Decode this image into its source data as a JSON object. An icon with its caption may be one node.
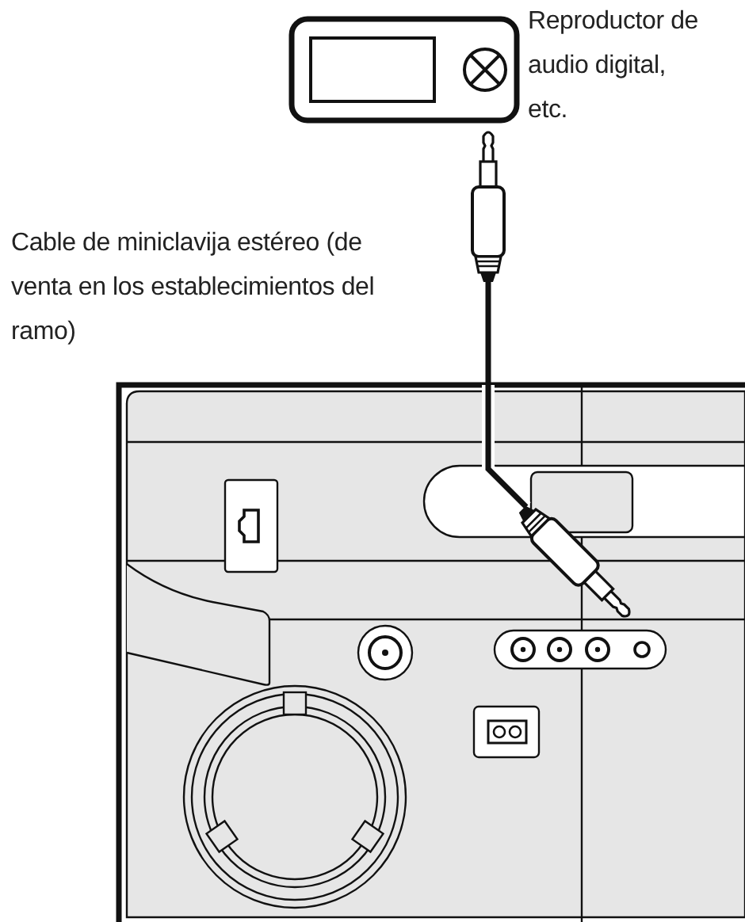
{
  "diagram": {
    "nodes": [
      {
        "text": [],
        "shape": "picture",
        "beside": [
          "Reproductor de audio digital, etc."
        ]
      },
      {
        "text": [],
        "shape": "picture"
      }
    ],
    "edges": [
      {
        "from": 0,
        "to": 1,
        "arrow": "none"
      }
    ],
    "labels": [
      "Cable de miniclavija estéreo (de venta en los establecimientos del ramo)"
    ]
  }
}
